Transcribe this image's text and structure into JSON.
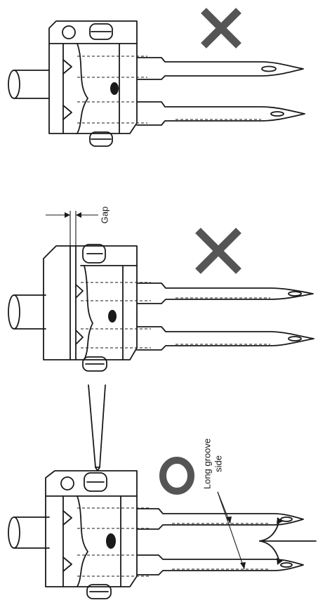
{
  "panels": [
    {
      "mark": "incorrect",
      "mark_color": "#555555"
    },
    {
      "mark": "incorrect",
      "mark_color": "#555555",
      "gap_label": "Gap"
    },
    {
      "mark": "correct",
      "mark_color": "#555555",
      "groove_label_line1": "Long groove",
      "groove_label_line2": "side"
    }
  ]
}
